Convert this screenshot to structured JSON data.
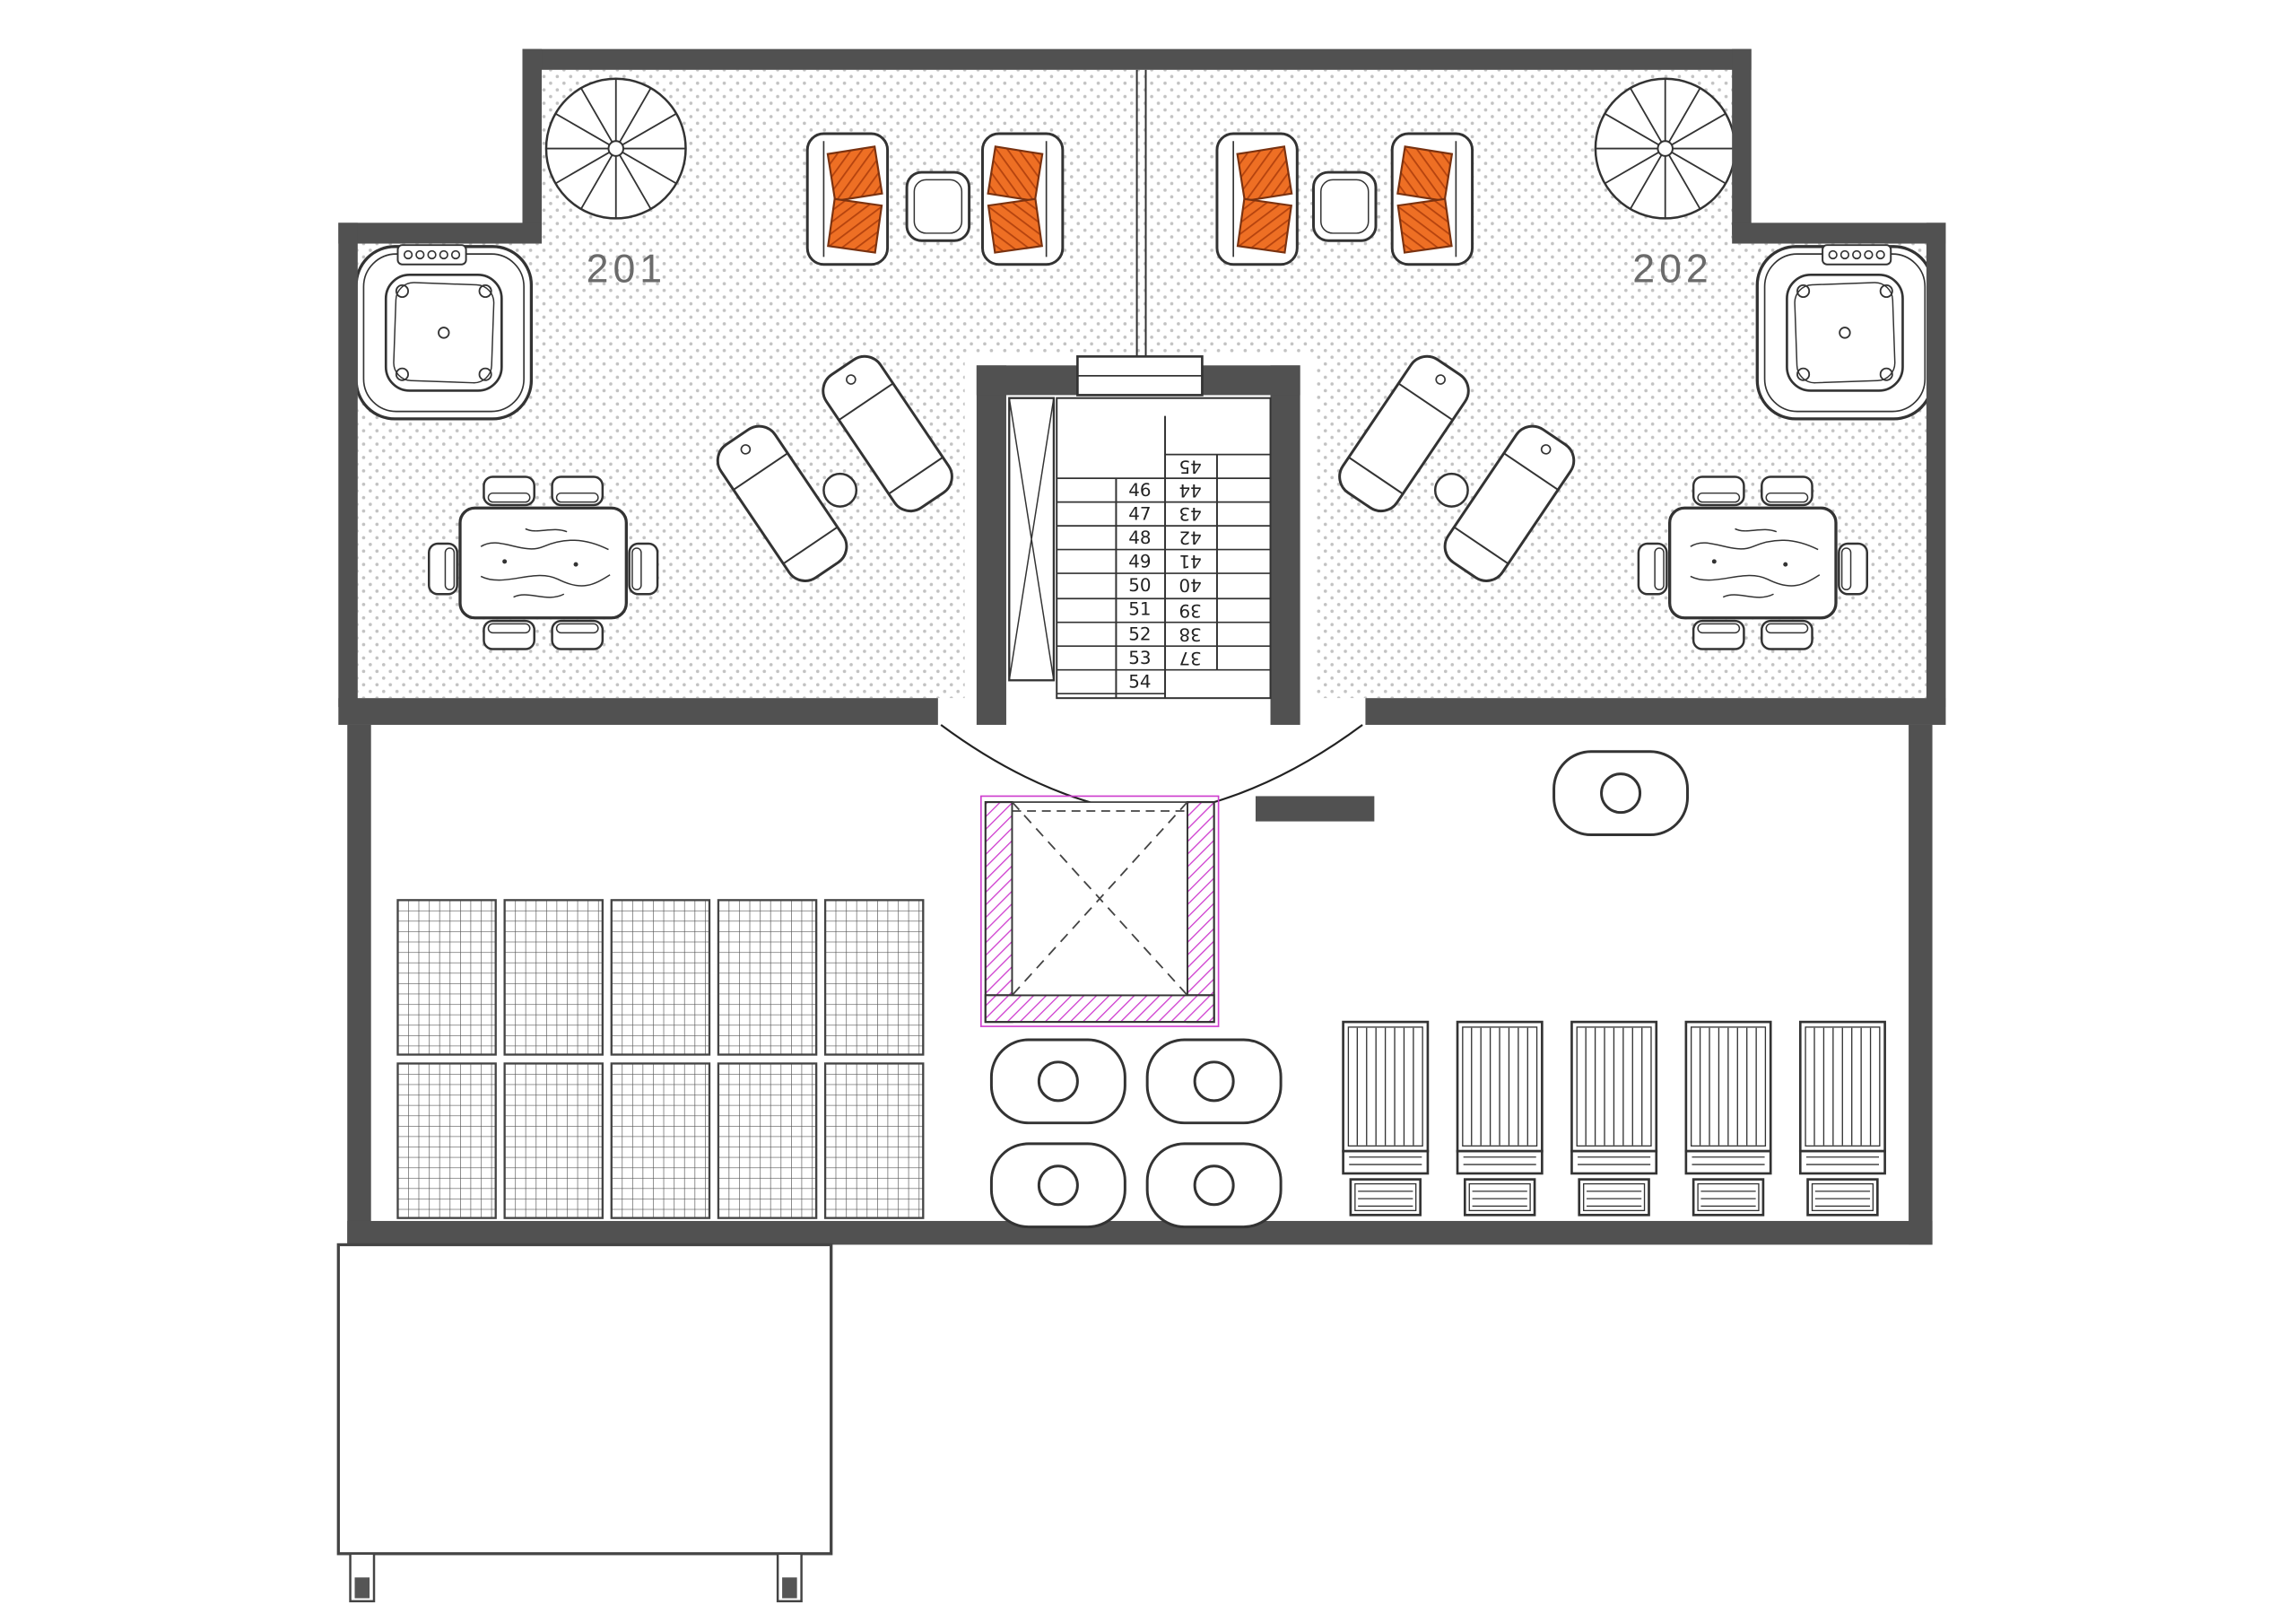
{
  "plan": {
    "units": [
      {
        "label": "201"
      },
      {
        "label": "202"
      }
    ],
    "stairs": {
      "left_numbers": [
        "46",
        "47",
        "48",
        "49",
        "50",
        "51",
        "52",
        "53",
        "54"
      ],
      "right_numbers": [
        "45",
        "44",
        "43",
        "42",
        "41",
        "40",
        "39",
        "38",
        "37"
      ]
    },
    "colors": {
      "wall": "#515151",
      "linework": "#333333",
      "terrace_dots": "#c2c2c2",
      "cushion_orange": "#ee6f24",
      "cushion_stripe": "#b5430e",
      "elevator_magenta": "#cf3fcf",
      "unit_label": "#6b6b6b"
    },
    "counts": {
      "umbrellas": 2,
      "hot_tubs": 2,
      "sofa_groups": 2,
      "dining_sets": 2,
      "chaise_pairs": 2,
      "round_tables": 5,
      "sun_loungers": 5,
      "trellis_panels": 10
    }
  }
}
